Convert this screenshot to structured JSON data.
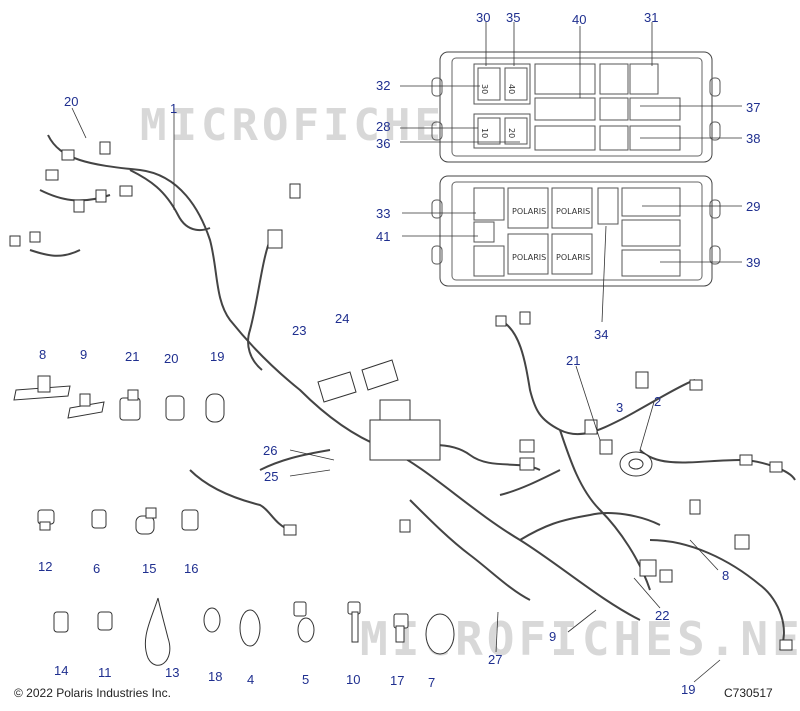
{
  "diagram": {
    "watermark_top": "MICROFICHE.NET",
    "watermark_bottom": "MICROFICHES.NET",
    "copyright": "© 2022 Polaris Industries Inc.",
    "drawing_code": "C730517",
    "fuse_label_30": "30",
    "fuse_label_40": "40",
    "fuse_label_20": "20",
    "fuse_label_10": "10",
    "relay_brand": "POLARIS",
    "colors": {
      "callout": "#1f2f8f",
      "line": "#333333",
      "watermark": "#d8d8d8"
    },
    "callouts": [
      {
        "id": "c20a",
        "text": "20"
      },
      {
        "id": "c1",
        "text": "1"
      },
      {
        "id": "c30",
        "text": "30"
      },
      {
        "id": "c35",
        "text": "35"
      },
      {
        "id": "c40",
        "text": "40"
      },
      {
        "id": "c31",
        "text": "31"
      },
      {
        "id": "c32",
        "text": "32"
      },
      {
        "id": "c37",
        "text": "37"
      },
      {
        "id": "c28",
        "text": "28"
      },
      {
        "id": "c38",
        "text": "38"
      },
      {
        "id": "c36",
        "text": "36"
      },
      {
        "id": "c33",
        "text": "33"
      },
      {
        "id": "c29",
        "text": "29"
      },
      {
        "id": "c41",
        "text": "41"
      },
      {
        "id": "c39",
        "text": "39"
      },
      {
        "id": "c34",
        "text": "34"
      },
      {
        "id": "c23",
        "text": "23"
      },
      {
        "id": "c24",
        "text": "24"
      },
      {
        "id": "c8a",
        "text": "8"
      },
      {
        "id": "c9a",
        "text": "9"
      },
      {
        "id": "c21a",
        "text": "21"
      },
      {
        "id": "c20b",
        "text": "20"
      },
      {
        "id": "c19a",
        "text": "19"
      },
      {
        "id": "c21b",
        "text": "21"
      },
      {
        "id": "c3",
        "text": "3"
      },
      {
        "id": "c2",
        "text": "2"
      },
      {
        "id": "c26",
        "text": "26"
      },
      {
        "id": "c25",
        "text": "25"
      },
      {
        "id": "c12",
        "text": "12"
      },
      {
        "id": "c6",
        "text": "6"
      },
      {
        "id": "c15",
        "text": "15"
      },
      {
        "id": "c16",
        "text": "16"
      },
      {
        "id": "c8b",
        "text": "8"
      },
      {
        "id": "c22",
        "text": "22"
      },
      {
        "id": "c9b",
        "text": "9"
      },
      {
        "id": "c27",
        "text": "27"
      },
      {
        "id": "c14",
        "text": "14"
      },
      {
        "id": "c11",
        "text": "11"
      },
      {
        "id": "c13",
        "text": "13"
      },
      {
        "id": "c18",
        "text": "18"
      },
      {
        "id": "c4",
        "text": "4"
      },
      {
        "id": "c5",
        "text": "5"
      },
      {
        "id": "c10",
        "text": "10"
      },
      {
        "id": "c17",
        "text": "17"
      },
      {
        "id": "c7",
        "text": "7"
      },
      {
        "id": "c19b",
        "text": "19"
      }
    ]
  }
}
